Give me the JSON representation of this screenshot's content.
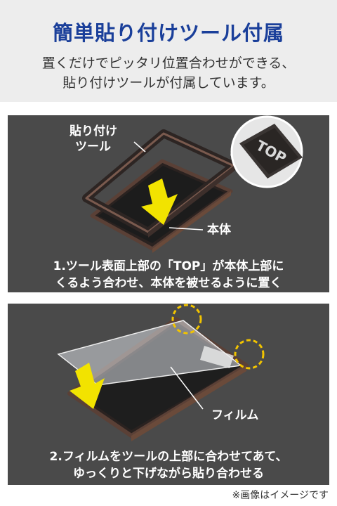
{
  "header": {
    "title": "簡単貼り付けツール付属",
    "subtitle_line1": "置くだけでピッタリ位置合わせができる、",
    "subtitle_line2": "貼り付けツールが付属しています。"
  },
  "step1": {
    "tool_label_line1": "貼り付け",
    "tool_label_line2": "ツール",
    "body_label": "本体",
    "top_mark": "TOP",
    "caption_line1": "1.ツール表面上部の「TOP」が本体上部に",
    "caption_line2": "くるよう合わせ、本体を被せるように置く"
  },
  "step2": {
    "film_label": "フィルム",
    "caption_line1": "2.フィルムをツールの上部に合わせてあて、",
    "caption_line2": "ゆっくりと下げながら貼り合わせる"
  },
  "footer": {
    "note": "※画像はイメージです"
  },
  "colors": {
    "title": "#1a3f9a",
    "panel": "#4a4a4a",
    "arrow": "#f2e300",
    "frame": "#3b2f2a",
    "highlight_circle": "#f2c400"
  }
}
